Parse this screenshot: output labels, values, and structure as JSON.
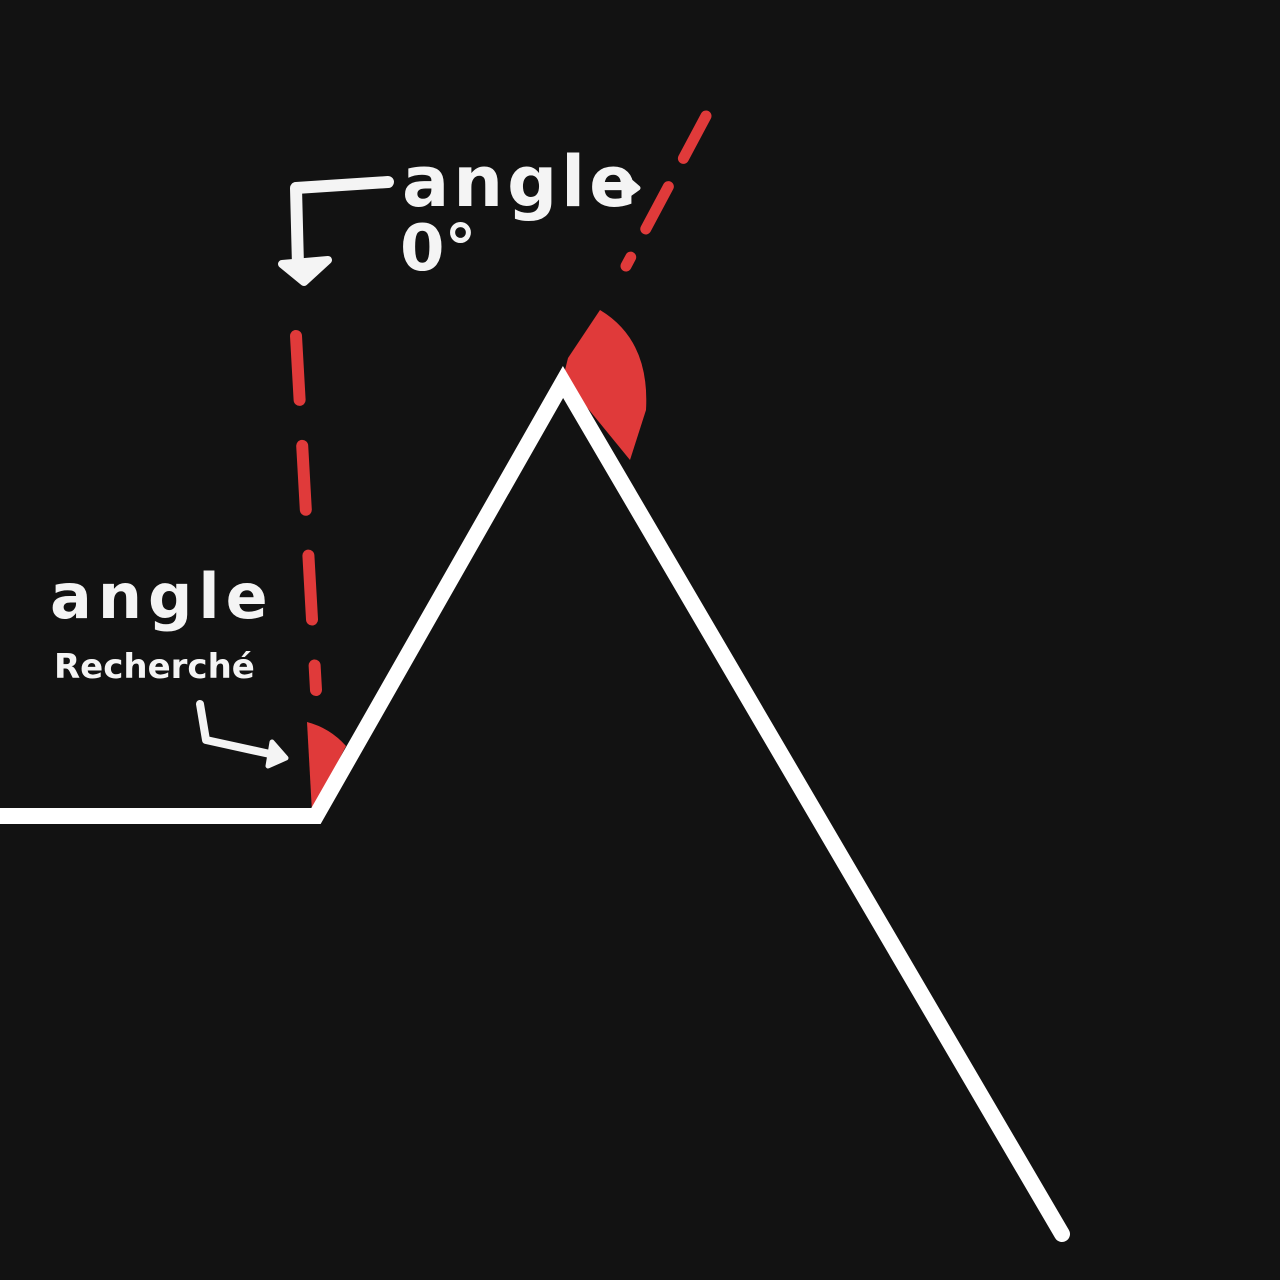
{
  "labels": {
    "top_label": "angle",
    "top_value": "0°",
    "bottom_label": "angle",
    "bottom_sub": "Recherché"
  },
  "colors": {
    "background": "#121212",
    "line": "#ffffff",
    "accent": "#e03a3a"
  },
  "icons": {
    "arrow_right": "arrow-right-icon",
    "arrow_down": "arrow-down-icon",
    "arrow_bent": "arrow-bent-icon"
  }
}
